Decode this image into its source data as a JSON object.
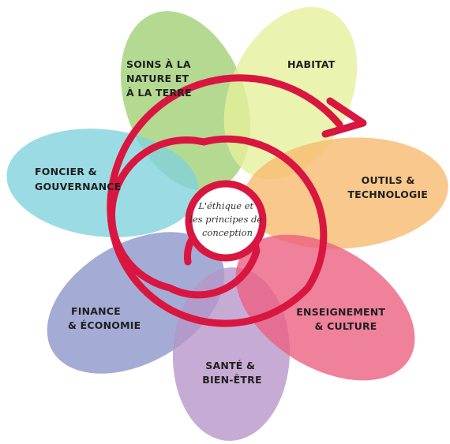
{
  "center": {
    "lines": [
      "L'éthique et",
      "les principes de",
      "conception"
    ]
  },
  "petals": [
    {
      "id": "soins",
      "lines": [
        "SOINS À LA",
        "NATURE ET",
        "À LA TERRE"
      ],
      "color": "#9fcf73"
    },
    {
      "id": "habitat",
      "lines": [
        "HABITAT"
      ],
      "color": "#e6ef9a"
    },
    {
      "id": "outils",
      "lines": [
        "OUTILS &",
        "TECHNOLOGIE"
      ],
      "color": "#f7b96b"
    },
    {
      "id": "enseignement",
      "lines": [
        "ENSEIGNEMENT",
        "& CULTURE"
      ],
      "color": "#ec5d7f"
    },
    {
      "id": "sante",
      "lines": [
        "SANTÉ &",
        "BIEN-ÊTRE"
      ],
      "color": "#b695c8"
    },
    {
      "id": "finance",
      "lines": [
        "FINANCE",
        "& ÉCONOMIE"
      ],
      "color": "#8b93c9"
    },
    {
      "id": "foncier",
      "lines": [
        "FONCIER &",
        "GOUVERNANCE"
      ],
      "color": "#7fd1dd"
    }
  ],
  "spiral_color": "#d9163f"
}
